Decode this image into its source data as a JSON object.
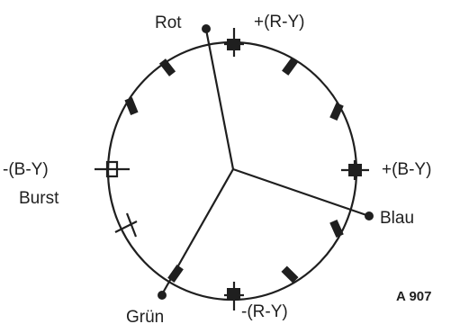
{
  "labels": {
    "rot": "Rot",
    "r_minus_y_pos": "+(R-Y)",
    "b_minus_y_pos": "+(B-Y)",
    "blau": "Blau",
    "r_minus_y_neg": "-(R-Y)",
    "gruen": "Grün",
    "b_minus_y_neg": "-(B-Y)",
    "burst": "Burst",
    "figure_code": "A 907"
  },
  "colors": {
    "ink": "#1f1f1f",
    "background": "#ffffff"
  }
}
